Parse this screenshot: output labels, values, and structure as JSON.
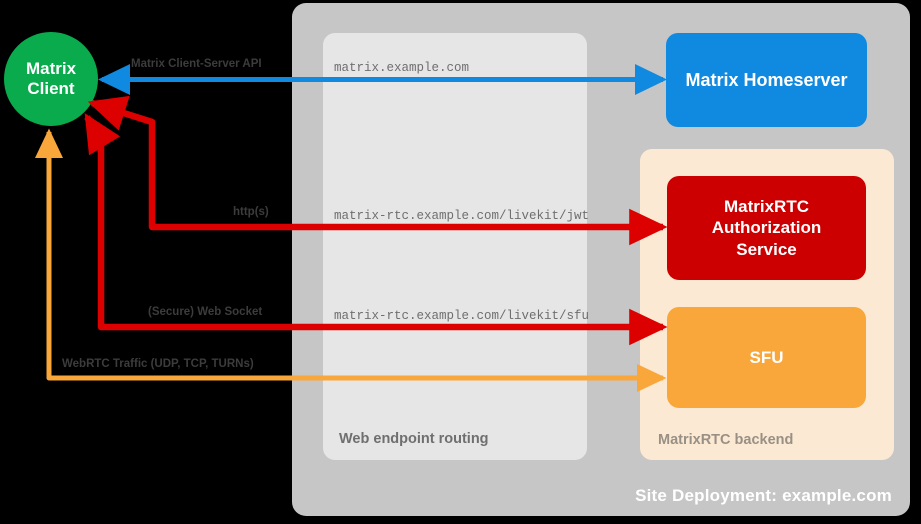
{
  "diagram": {
    "title": "Site Deployment: example.com",
    "background_color": "#000000"
  },
  "client": {
    "label_line1": "Matrix",
    "label_line2": "Client",
    "color": "#0aab4c"
  },
  "containers": {
    "site_deployment": {
      "label": "Site Deployment: example.com",
      "color": "#c6c6c6"
    },
    "web_routing": {
      "label": "Web endpoint routing",
      "color": "#e6e6e6"
    },
    "rtc_backend": {
      "label": "MatrixRTC backend",
      "color": "#fce9d4"
    }
  },
  "services": [
    {
      "name": "Matrix Homeserver",
      "color": "#1089e0"
    },
    {
      "name_line1": "MatrixRTC",
      "name_line2": "Authorization",
      "name_line3": "Service",
      "color": "#cc0000"
    },
    {
      "name": "SFU",
      "color": "#f9a63a"
    }
  ],
  "connections": [
    {
      "protocol_label": "Matrix Client-Server API",
      "endpoint": "matrix.example.com",
      "color": "#1089e0",
      "direction": "bidirectional",
      "from": "Matrix Client",
      "to": "Matrix Homeserver"
    },
    {
      "protocol_label": "http(s)",
      "endpoint": "matrix-rtc.example.com/livekit/jwt",
      "color": "#dd0000",
      "direction": "bidirectional",
      "from": "Matrix Client",
      "to": "MatrixRTC Authorization Service"
    },
    {
      "protocol_label": "(Secure) Web Socket",
      "endpoint": "matrix-rtc.example.com/livekit/sfu",
      "color": "#dd0000",
      "direction": "bidirectional",
      "from": "Matrix Client",
      "to": "SFU"
    },
    {
      "protocol_label": "WebRTC Traffic (UDP, TCP, TURNs)",
      "endpoint": "",
      "color": "#f9a63a",
      "direction": "bidirectional",
      "from": "Matrix Client",
      "to": "SFU"
    }
  ]
}
